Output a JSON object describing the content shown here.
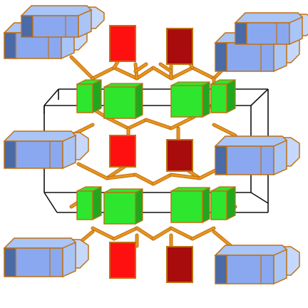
{
  "colors": {
    "background": "#ffffff",
    "bond": "#e8951e",
    "bond_edge": "#c07010",
    "prism_front": "#8aa8f0",
    "prism_side": "#a9c4f6",
    "prism_light": "#c6d8fb",
    "prism_dark": "#4a6aa8",
    "green_cube": "#2ee62e",
    "green_cube_dark": "#1fa81f",
    "red_square": "#ff1010",
    "dark_red_square": "#a80c0c",
    "unit_cell": "#111111"
  },
  "structure": {
    "prism_count": 8,
    "green_cube_count": 8,
    "red_square_count": 3,
    "dark_red_square_count": 3,
    "unit_cell_visible": true
  }
}
